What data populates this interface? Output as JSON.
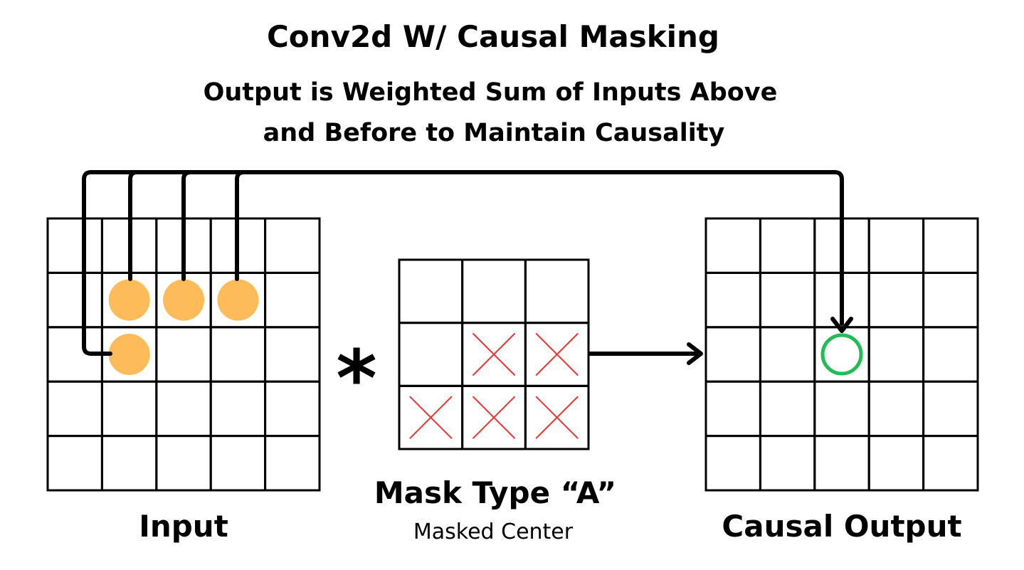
{
  "title": "Conv2d W/ Causal Masking",
  "subtitle_lines": [
    "Output is Weighted Sum of Inputs Above",
    "and Before  to Maintain Causality"
  ],
  "operator_symbol": "*",
  "input_grid": {
    "label": "Input",
    "rows": 5,
    "cols": 5,
    "highlighted_cells": [
      [
        1,
        1
      ],
      [
        1,
        2
      ],
      [
        1,
        3
      ],
      [
        2,
        1
      ]
    ],
    "highlight_color": "#fdbb59"
  },
  "mask": {
    "label": "Mask Type “A”",
    "caption": "Masked Center",
    "rows": 3,
    "cols": 3,
    "masked_cells": [
      [
        1,
        1
      ],
      [
        1,
        2
      ],
      [
        2,
        0
      ],
      [
        2,
        1
      ],
      [
        2,
        2
      ]
    ],
    "mask_color": "#ee3333"
  },
  "output_grid": {
    "label": "Causal Output",
    "rows": 5,
    "cols": 5,
    "target_cell": [
      2,
      2
    ],
    "target_color": "#22bb55"
  },
  "colors": {
    "line": "#000000",
    "background": "#ffffff"
  }
}
